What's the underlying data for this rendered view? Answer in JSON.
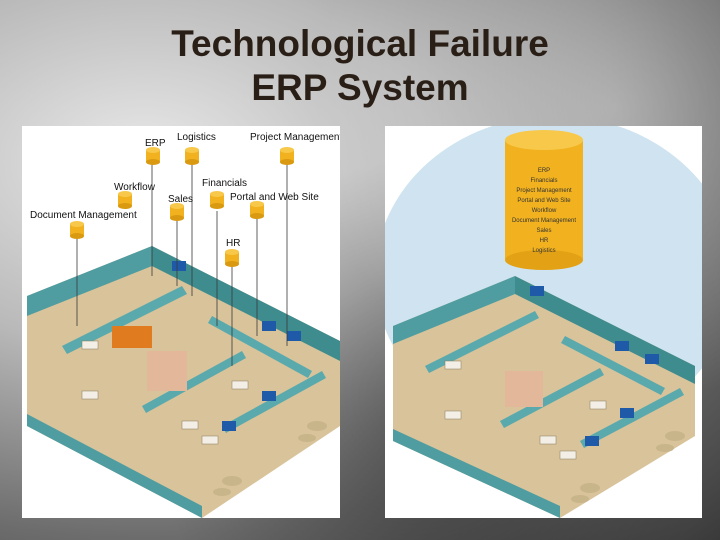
{
  "slide": {
    "title_line1": "Technological Failure",
    "title_line2": "ERP System"
  },
  "left_diagram": {
    "labels": [
      "ERP",
      "Logistics",
      "Project Management",
      "Workflow",
      "Financials",
      "Sales",
      "Portal and Web Site",
      "Document Management",
      "HR"
    ]
  },
  "right_diagram": {
    "database_items": [
      "ERP",
      "Financials",
      "Project Management",
      "Portal and Web Site",
      "Workflow",
      "Document Management",
      "Sales",
      "HR",
      "Logistics"
    ]
  },
  "colors": {
    "title": "#2a1f16",
    "database": "#f2b21f",
    "wall_teal": "#4f9da0",
    "floor_tan": "#d8c39a",
    "sky_blue": "#cfe4f0"
  }
}
